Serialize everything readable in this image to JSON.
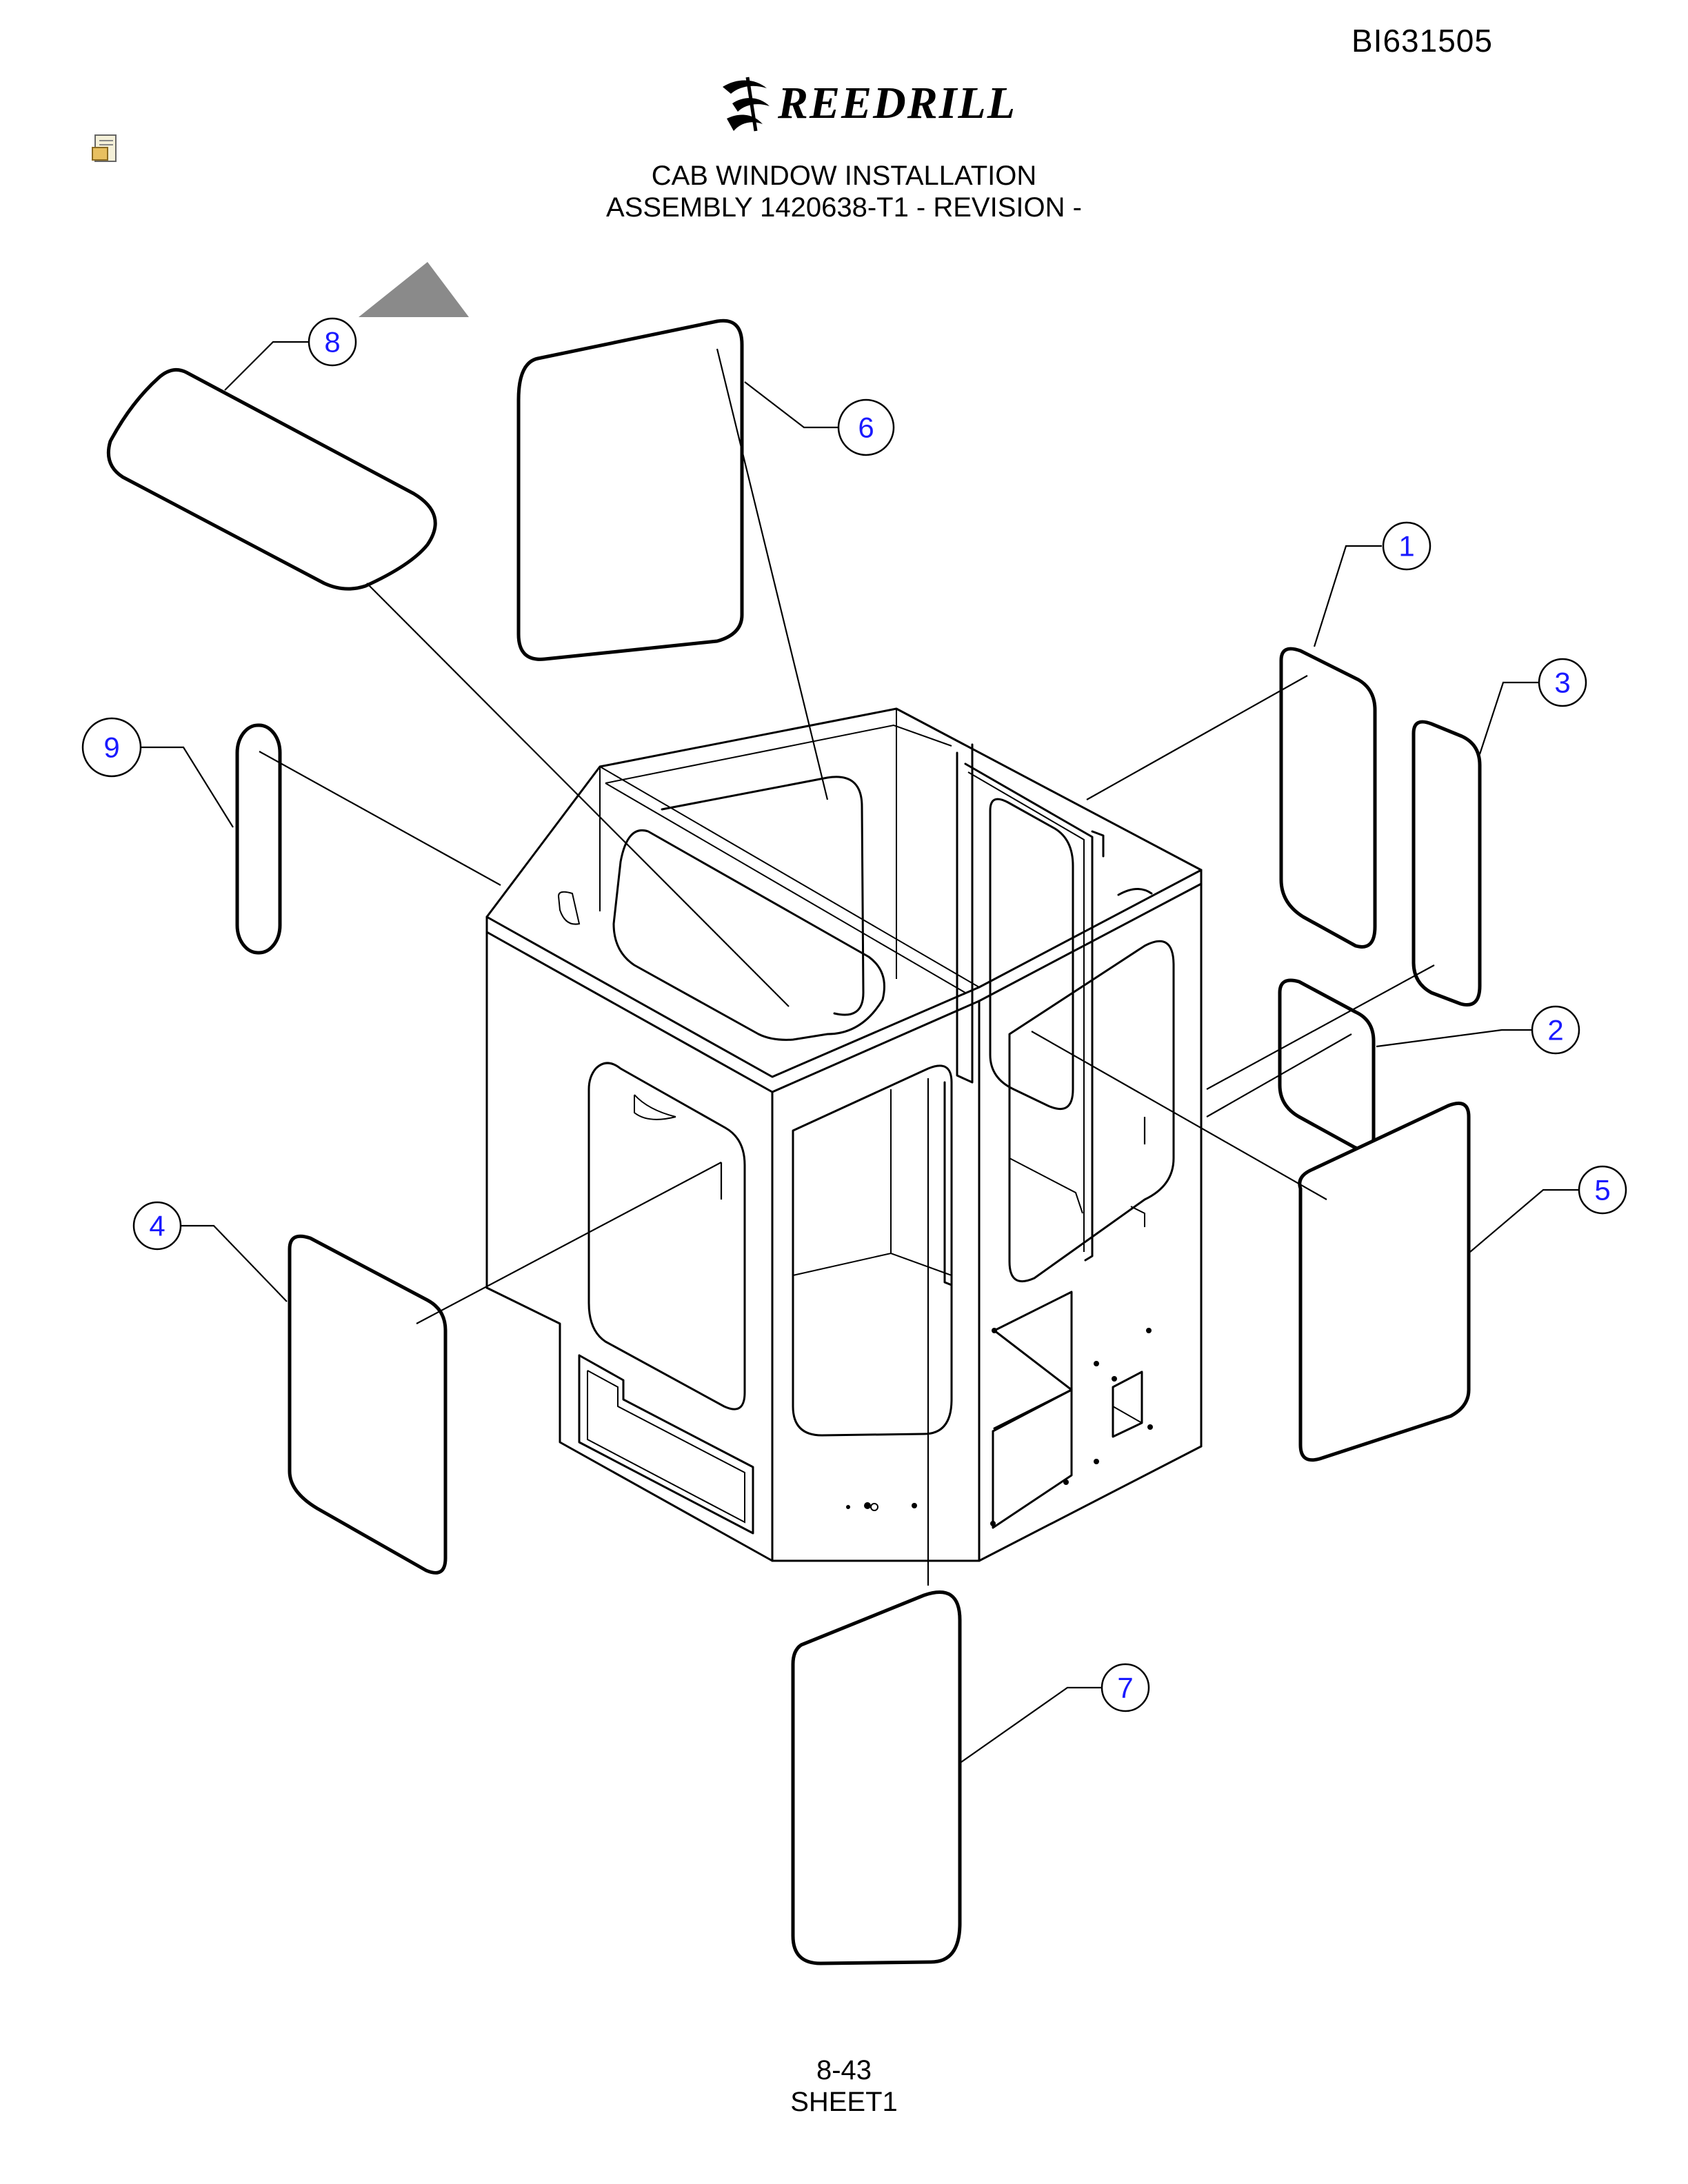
{
  "header": {
    "document_id": "BI631505",
    "brand": "REEDRILL",
    "brand_mark": "reedrill-swoosh-logo"
  },
  "title": {
    "line1": "CAB WINDOW INSTALLATION",
    "line2": "ASSEMBLY 1420638-T1 - REVISION -"
  },
  "callouts": [
    {
      "id": "callout-1",
      "label": "1"
    },
    {
      "id": "callout-2",
      "label": "2"
    },
    {
      "id": "callout-3",
      "label": "3"
    },
    {
      "id": "callout-4",
      "label": "4"
    },
    {
      "id": "callout-5",
      "label": "5"
    },
    {
      "id": "callout-6",
      "label": "6"
    },
    {
      "id": "callout-7",
      "label": "7"
    },
    {
      "id": "callout-8",
      "label": "8"
    },
    {
      "id": "callout-9",
      "label": "9"
    }
  ],
  "footer": {
    "page_number": "8-43",
    "sheet": "SHEET1"
  },
  "colors": {
    "callout_text": "#1a1aff",
    "line_art": "#000000",
    "marker": "#8a8a8a"
  }
}
